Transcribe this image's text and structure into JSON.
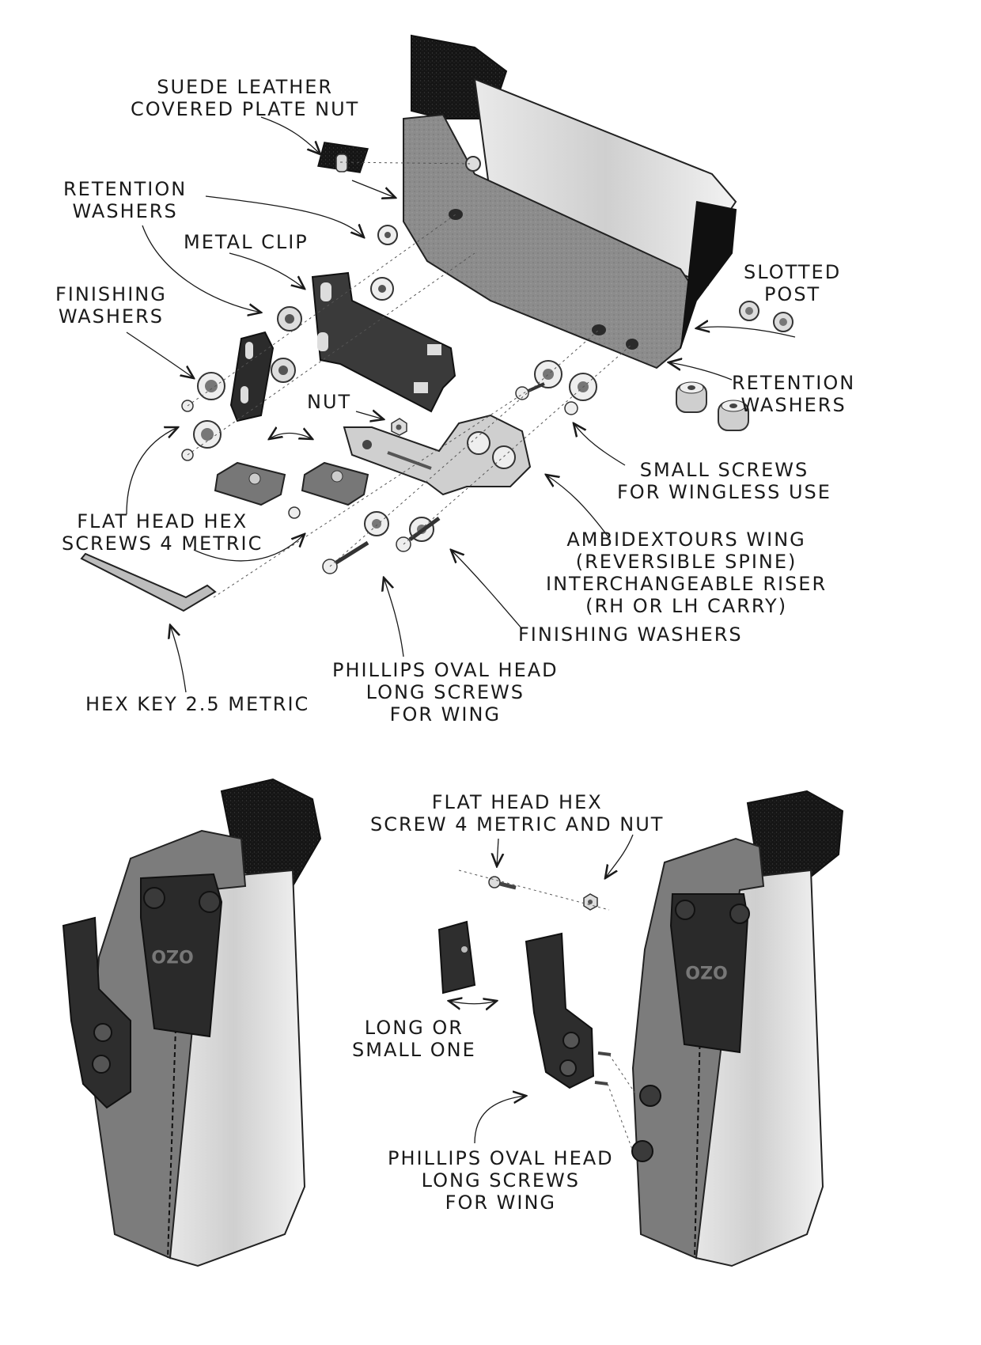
{
  "colors": {
    "ink": "#1a1a1a",
    "kydex": "#8a8a8a",
    "kydex_dark": "#5a5a5a",
    "steel": "#d6d6d6",
    "black_part": "#222222",
    "felt": "#111111"
  },
  "exploded_view": {
    "labels": {
      "suede_nut": [
        "SUEDE LEATHER",
        "COVERED PLATE NUT"
      ],
      "retention_washers_left": [
        "RETENTION",
        "WASHERS"
      ],
      "metal_clip": [
        "METAL CLIP"
      ],
      "finishing_washers_left": [
        "FINISHING",
        "WASHERS"
      ],
      "nut": [
        "NUT"
      ],
      "slotted_post": [
        "SLOTTED",
        "POST"
      ],
      "retention_washers_right": [
        "RETENTION",
        "WASHERS"
      ],
      "small_screws": [
        "SMALL SCREWS",
        "FOR WINGLESS USE"
      ],
      "flat_head_hex": [
        "FLAT HEAD HEX",
        "SCREWS 4 METRIC"
      ],
      "ambi_wing": [
        "AMBIDEXTOURS WING",
        "(REVERSIBLE SPINE)",
        "INTERCHANGEABLE RISER",
        "(RH OR LH CARRY)"
      ],
      "finishing_washers_bottom": [
        "FINISHING WASHERS"
      ],
      "phillips_long_top": [
        "PHILLIPS OVAL HEAD",
        "LONG SCREWS",
        "FOR WING"
      ],
      "hex_key": [
        "HEX KEY 2.5 METRIC"
      ]
    },
    "icons": [
      "holster-icon",
      "plate-nut-icon",
      "washer-icon",
      "metal-clip-icon",
      "spacer-icon",
      "wing-icon",
      "nut-icon",
      "screw-icon",
      "slotted-post-icon",
      "hex-key-icon"
    ]
  },
  "assembled_view": {
    "labels": {
      "flat_head_hex_nut": [
        "FLAT HEAD HEX",
        "SCREW 4 METRIC AND NUT"
      ],
      "long_or_small": [
        "LONG OR",
        "SMALL ONE"
      ],
      "phillips_long_bottom": [
        "PHILLIPS OVAL HEAD",
        "LONG SCREWS",
        "FOR WING"
      ]
    },
    "logo_text": "OZO",
    "icons": [
      "holster-icon",
      "wing-icon",
      "metal-clip-icon",
      "spacer-icon",
      "screw-icon",
      "nut-icon"
    ]
  }
}
